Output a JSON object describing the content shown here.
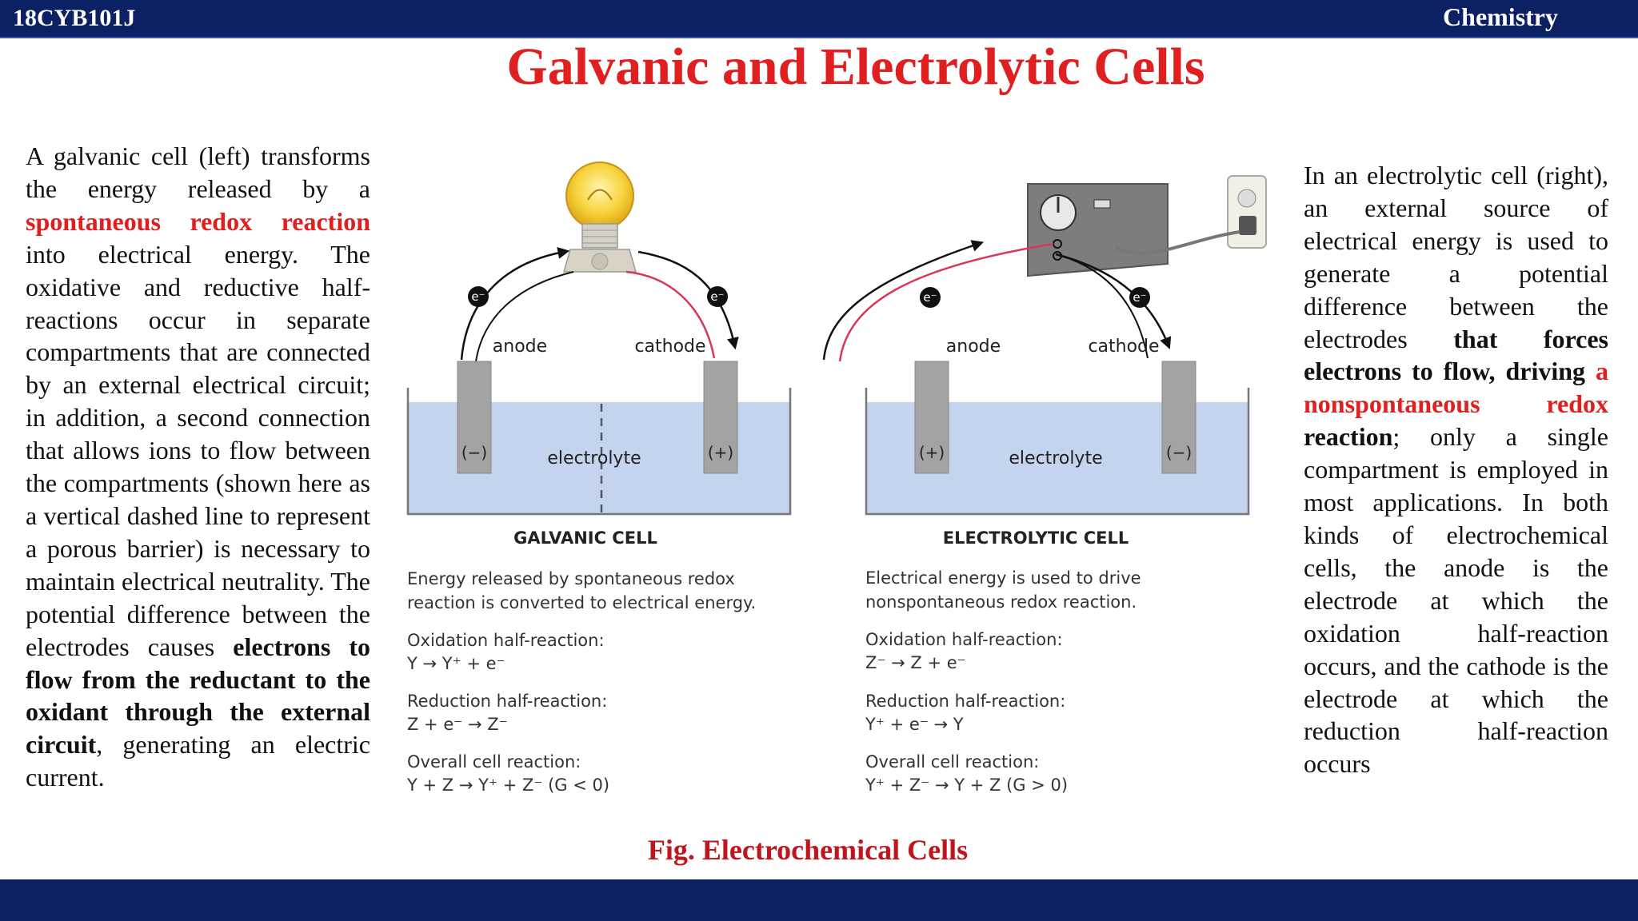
{
  "header": {
    "course_code": "18CYB101J",
    "subject": "Chemistry"
  },
  "title": "Galvanic and Electrolytic Cells",
  "left_text": {
    "s1": "A galvanic cell (left) transforms the energy released by a ",
    "hl1": "spontaneous redox reaction",
    "s2": " into electrical energy. The oxidative and reductive half-reactions occur in separate compartments that are connected by an external electrical circuit; in addition, a second connection that allows ions to flow between the compartments (shown here as a vertical dashed line to represent a porous barrier) is necessary to maintain electrical neutrality. The potential difference between the electrodes causes ",
    "b1": "electrons to flow from the reductant to the oxidant through the external circuit",
    "s3": ", generating an electric current."
  },
  "right_text": {
    "s1": "In an electrolytic cell (right), an external source of electrical energy is used to generate a potential difference between the electrodes ",
    "b1": "that forces electrons to flow, driving ",
    "hl1": "a nonspontaneous redox",
    "b2": " reaction",
    "s2": "; only a single compartment is employed in most applications. In both kinds of electrochemical cells, the anode is the electrode at which the oxidation half-reaction occurs, and the cathode is the electrode at which the reduction half-reaction occurs"
  },
  "galvanic": {
    "electron": "e⁻",
    "anode": "anode",
    "cathode": "cathode",
    "anode_sign": "(−)",
    "cathode_sign": "(+)",
    "electrolyte": "electrolyte",
    "heading": "GALVANIC CELL",
    "desc1": "Energy released by spontaneous redox",
    "desc2": "reaction is converted to electrical energy.",
    "ox_label": "Oxidation half-reaction:",
    "ox_eq": "Y → Y⁺ + e⁻",
    "red_label": "Reduction half-reaction:",
    "red_eq": "Z + e⁻ → Z⁻",
    "overall_label": "Overall cell reaction:",
    "overall_eq": "Y + Z → Y⁺ + Z⁻  (G < 0)"
  },
  "electrolytic": {
    "electron": "e⁻",
    "anode": "anode",
    "cathode": "cathode",
    "anode_sign": "(+)",
    "cathode_sign": "(−)",
    "electrolyte": "electrolyte",
    "heading": "ELECTROLYTIC CELL",
    "desc1": "Electrical energy is used to drive",
    "desc2": "nonspontaneous redox reaction.",
    "ox_label": "Oxidation half-reaction:",
    "ox_eq": "Z⁻ → Z + e⁻",
    "red_label": "Reduction half-reaction:",
    "red_eq": "Y⁺ + e⁻ → Y",
    "overall_label": "Overall cell reaction:",
    "overall_eq": "Y⁺ + Z⁻ → Y + Z  (G > 0)"
  },
  "caption": "Fig. Electrochemical Cells",
  "colors": {
    "bar": "#0c2164",
    "title": "#e02020",
    "electrolyte": "#c4d4ee",
    "electrode": "#a3a3a3",
    "wire_red": "#d6385a"
  }
}
